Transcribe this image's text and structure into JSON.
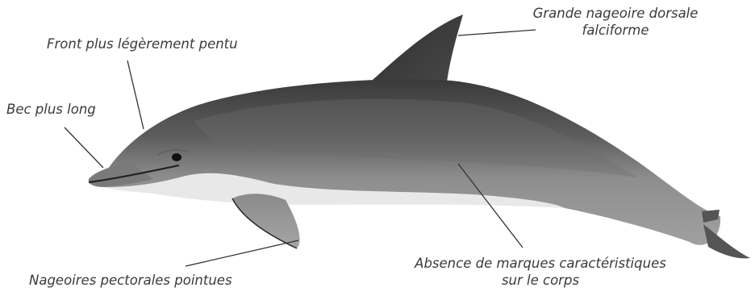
{
  "labels": {
    "dorsal_line1": "Grande nageoire dorsale",
    "dorsal_line2": "falciforme",
    "forehead": "Front plus légèrement pentu",
    "beak": "Bec plus long",
    "body_line1": "Absence de marques caractéristiques",
    "body_line2": "sur le corps",
    "pectoral": "Nageoires pectorales pointues"
  },
  "colors": {
    "dorsal_dark": "#3a3a3a",
    "flank_mid": "#8a8a8a",
    "belly_light": "#e6e6e6",
    "leader_line": "#333333",
    "label_text": "#3a3a3a"
  }
}
